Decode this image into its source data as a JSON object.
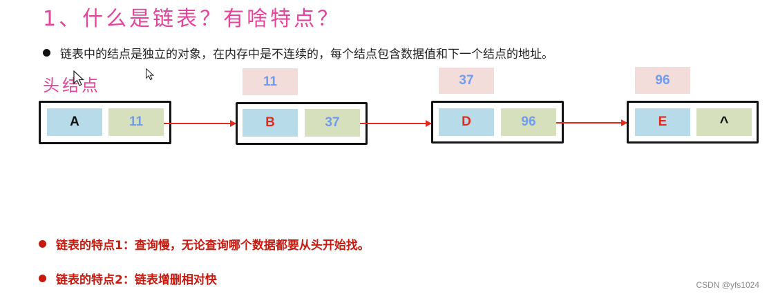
{
  "title": "1、什么是链表？有啥特点？",
  "description": "链表中的结点是独立的对象，在内存中是不连续的，每个结点包含数据值和下一个结点的地址。",
  "head_label": "头结点",
  "colors": {
    "title": "#e8439a",
    "data_cell": "#b7dbe8",
    "next_cell": "#d6e0bd",
    "address_label": "#f2ddda",
    "arrow": "#e42a1d",
    "feature_text": "#c8190f",
    "number_text": "#6e9cf0"
  },
  "nodes": [
    {
      "address": "",
      "data": "A",
      "next": "11"
    },
    {
      "address": "11",
      "data": "B",
      "next": "37"
    },
    {
      "address": "37",
      "data": "D",
      "next": "96"
    },
    {
      "address": "96",
      "data": "E",
      "next": "^"
    }
  ],
  "features": [
    "链表的特点1：查询慢，无论查询哪个数据都要从头开始找。",
    "链表的特点2：链表增删相对快"
  ],
  "watermark": "CSDN @yfs1024"
}
